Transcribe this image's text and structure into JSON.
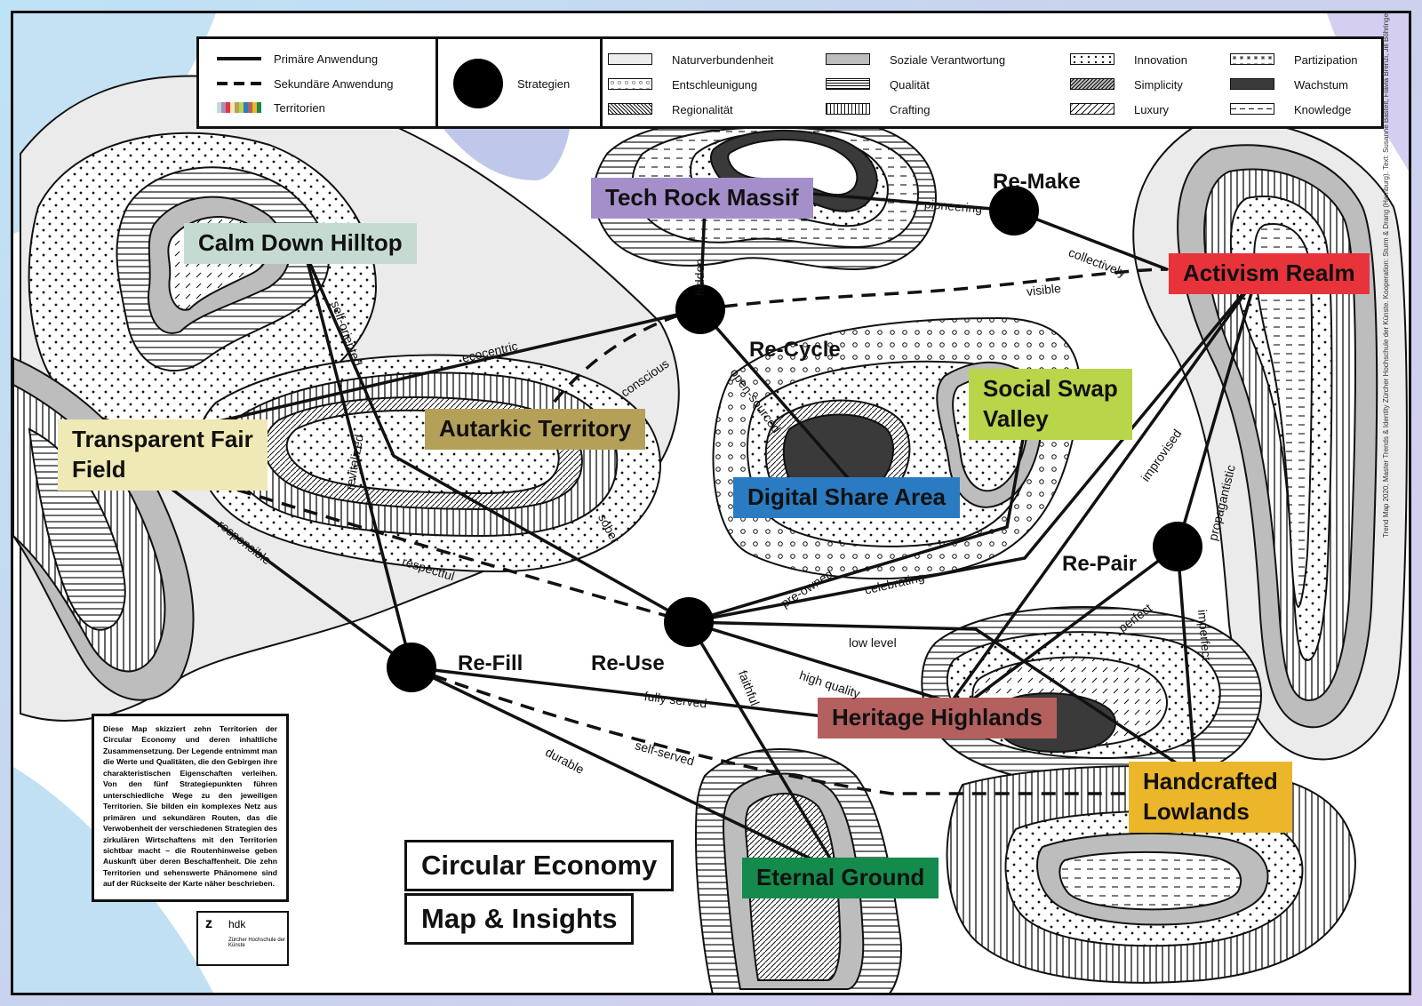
{
  "legend": {
    "lines": [
      {
        "label": "Primäre Anwendung",
        "style": "solid"
      },
      {
        "label": "Sekundäre Anwendung",
        "style": "dashed"
      },
      {
        "label": "Territorien",
        "style": "rainbow"
      }
    ],
    "strategies_label": "Strategien",
    "values": [
      {
        "label": "Naturverbundenheit",
        "pattern": "light-gray"
      },
      {
        "label": "Entschleunigung",
        "pattern": "circles"
      },
      {
        "label": "Regionalität",
        "pattern": "cross-hatch"
      },
      {
        "label": "Soziale Verantwortung",
        "pattern": "mid-gray"
      },
      {
        "label": "Qualität",
        "pattern": "horizontal-lines"
      },
      {
        "label": "Crafting",
        "pattern": "vertical-lines"
      },
      {
        "label": "Innovation",
        "pattern": "dots"
      },
      {
        "label": "Simplicity",
        "pattern": "diagonal-dense"
      },
      {
        "label": "Luxury",
        "pattern": "diagonal-dashes"
      },
      {
        "label": "Partizipation",
        "pattern": "dotted-circles"
      },
      {
        "label": "Wachstum",
        "pattern": "dark-gray"
      },
      {
        "label": "Knowledge",
        "pattern": "horizontal-dashes"
      }
    ]
  },
  "territories": [
    {
      "id": "calm",
      "name": "Calm Down Hilltop",
      "color": "#c5dbd2"
    },
    {
      "id": "tech",
      "name": "Tech Rock Massif",
      "color": "#a58fca"
    },
    {
      "id": "activism",
      "name": "Activism Realm",
      "color": "#e8333b"
    },
    {
      "id": "transparent",
      "lines": [
        "Transparent Fair",
        "Field"
      ],
      "color": "#efe9b5"
    },
    {
      "id": "autarkic",
      "name": "Autarkic Territory",
      "color": "#b5a05a"
    },
    {
      "id": "social",
      "lines": [
        "Social Swap",
        "Valley"
      ],
      "color": "#b9d54a"
    },
    {
      "id": "digital",
      "name": "Digital Share Area",
      "color": "#2a7bc2"
    },
    {
      "id": "heritage",
      "name": "Heritage Highlands",
      "color": "#b3605f"
    },
    {
      "id": "handcrafted",
      "lines": [
        "Handcrafted",
        "Lowlands"
      ],
      "color": "#ecb62b"
    },
    {
      "id": "eternal",
      "name": "Eternal Ground",
      "color": "#148a4c"
    }
  ],
  "strategies": [
    {
      "id": "remake",
      "name": "Re-Make"
    },
    {
      "id": "recycle",
      "name": "Re-Cycle"
    },
    {
      "id": "repair",
      "name": "Re-Pair"
    },
    {
      "id": "refill",
      "name": "Re-Fill"
    },
    {
      "id": "reuse",
      "name": "Re-Use"
    }
  ],
  "routes": {
    "pioneering": "pioneering",
    "collectively": "collectively",
    "visible": "visible",
    "hidden": "hidden",
    "self_oriented": "self-oriented",
    "ecocentric": "ecocentric",
    "conscious": "conscious",
    "open_sourced": "open-sourced",
    "revitalized": "revitalized",
    "sober": "sober",
    "responsible": "responsible",
    "respectful": "respectful",
    "improvised": "improvised",
    "propagantistic": "propagantistic",
    "pre_owned": "pre-owned",
    "celebrating": "celebrating",
    "perfect": "perfect",
    "imperfect": "imperfect",
    "low_level": "low level",
    "high_quality": "high quality",
    "faithful": "faithful",
    "fully_served": "fully served",
    "self_served": "self-served",
    "durable": "durable"
  },
  "info_text": "Diese Map skizziert zehn Territorien der Circular Economy und deren inhaltliche Zusammensetzung. Der Legende entnimmt man die Werte und Qualitäten, die den Gebirgen ihre charakteristischen Eigenschaften verleihen. Von den fünf Strategiepunkten führen unterschiedliche Wege zu den jeweiligen Territorien. Sie bilden ein komplexes Netz aus primären und sekundären Routen, das die Verwobenheit der verschiedenen Strategien des zirkulären Wirtschaftens mit den Territorien sichtbar macht – die Routenhinweise geben Auskunft über deren Beschaffenheit. Die zehn Territorien und sehenswerte Phänomene sind auf der Rückseite der Karte näher beschrieben.",
  "logo": {
    "mark": "z",
    "name": "hdk",
    "subtitle": "Zürcher Hochschule der Künste"
  },
  "title": {
    "line1": "Circular Economy",
    "line2": "Map & Insights"
  },
  "credits": "Trend Map 2020, Master Trends & Identity Zürcher Hochschule der Künste. Kooperation: Sturm & Drang (Hamburg). Text: Susanne Bastelt, Flavia Brenzi, Jill Böhringer, Alex Vieth, Sophia Peyer, Laura Haecker, Jann Hendrickx, Cecilia Wild, Christine Albrecht, Martina Kühne, Simone Reiter, Elise Reiter, Martina Suter"
}
